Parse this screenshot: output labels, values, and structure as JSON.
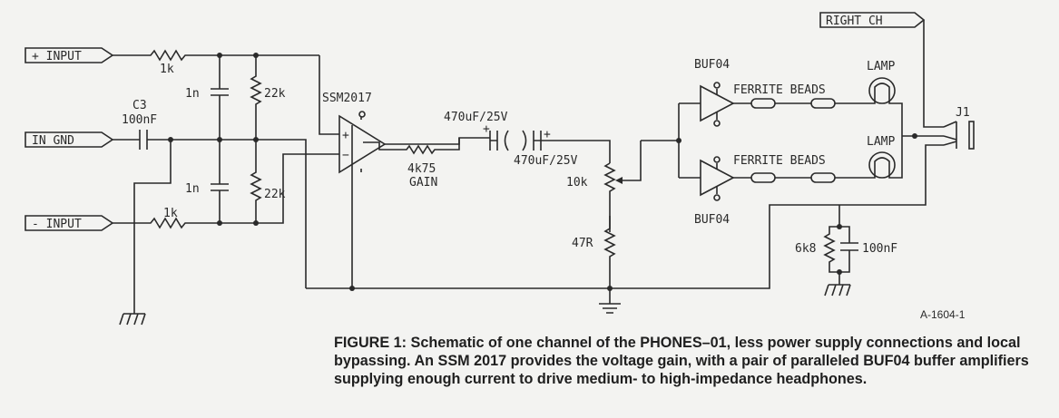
{
  "ports": {
    "input_pos": "+ INPUT",
    "in_gnd": "IN GND",
    "input_neg": "- INPUT",
    "right_ch": "RIGHT CH"
  },
  "labels": {
    "r_in_top": "1k",
    "r_in_bot": "1k",
    "c3_ref": "C3",
    "c3_val": "100nF",
    "c_top": "1n",
    "c_bot": "1n",
    "r_div_top": "22k",
    "r_div_bot": "22k",
    "opamp": "SSM2017",
    "r_gain_val": "4k75",
    "r_gain_name": "GAIN",
    "cap_out_top": "470uF/25V",
    "cap_out_bot": "470uF/25V",
    "pot": "10k",
    "r47": "47R",
    "buf_top": "BUF04",
    "buf_bot": "BUF04",
    "ferrite_top": "FERRITE BEADS",
    "ferrite_bot": "FERRITE BEADS",
    "lamp_top": "LAMP",
    "lamp_bot": "LAMP",
    "jack": "J1",
    "r6k8": "6k8",
    "c_gnd": "100nF",
    "plus": "+",
    "minus": "−",
    "figure_id": "A-1604-1"
  },
  "caption": "FIGURE 1: Schematic of one channel of the PHONES–01, less power supply connections and local bypassing. An SSM 2017 provides the voltage gain, with a pair of paralleled BUF04 buffer amplifiers supplying enough current to drive medium- to high-impedance headphones."
}
